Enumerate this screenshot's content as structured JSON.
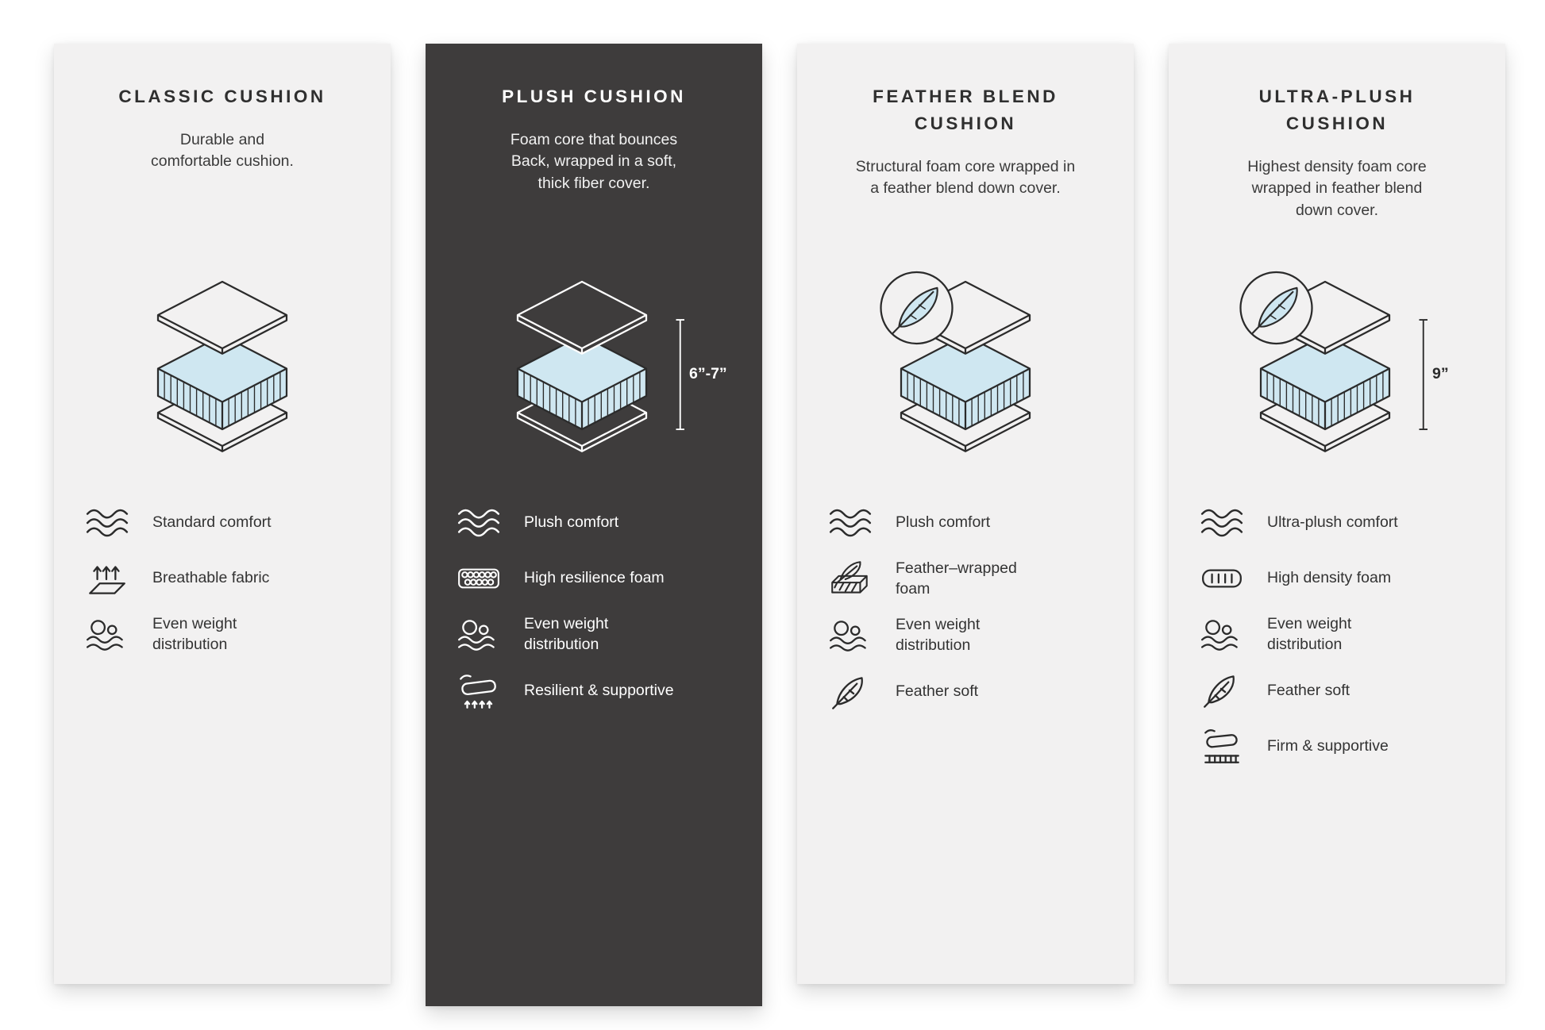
{
  "colors": {
    "page_bg": "#ffffff",
    "card_bg_light": "#f2f1f1",
    "card_bg_dark": "#3e3c3c",
    "accent_blue": "#cfe7f1",
    "line_dark": "#2b2b2b",
    "line_light": "#ffffff"
  },
  "cards": [
    {
      "title": "CLASSIC CUSHION",
      "description": "Durable and\ncomfortable cushion.",
      "theme": "light",
      "measurement": null,
      "badge": null,
      "features": [
        {
          "icon": "wave-icon",
          "label": "Standard comfort"
        },
        {
          "icon": "breathable-icon",
          "label": "Breathable fabric"
        },
        {
          "icon": "weight-icon",
          "label": "Even weight distribution"
        }
      ]
    },
    {
      "title": "PLUSH CUSHION",
      "description": "Foam core that bounces\nBack, wrapped in a soft,\nthick fiber cover.",
      "theme": "dark",
      "measurement": "6”-7”",
      "badge": null,
      "features": [
        {
          "icon": "wave-icon",
          "label": "Plush comfort"
        },
        {
          "icon": "foam-cells-icon",
          "label": "High resilience foam"
        },
        {
          "icon": "weight-icon",
          "label": "Even weight distribution"
        },
        {
          "icon": "supportive-icon",
          "label": "Resilient & supportive"
        }
      ]
    },
    {
      "title": "FEATHER BLEND\nCUSHION",
      "description": "Structural foam core wrapped in\na feather blend down cover.",
      "theme": "light",
      "measurement": null,
      "badge": "feather",
      "features": [
        {
          "icon": "wave-icon",
          "label": "Plush comfort"
        },
        {
          "icon": "feather-foam-icon",
          "label": "Feather–wrapped foam"
        },
        {
          "icon": "weight-icon",
          "label": "Even weight distribution"
        },
        {
          "icon": "feather-icon",
          "label": "Feather soft"
        }
      ]
    },
    {
      "title": "ULTRA-PLUSH\nCUSHION",
      "description": "Highest density foam core\nwrapped in feather blend\ndown cover.",
      "theme": "light",
      "measurement": "9”",
      "badge": "feather",
      "features": [
        {
          "icon": "wave-icon",
          "label": "Ultra-plush comfort"
        },
        {
          "icon": "density-foam-icon",
          "label": "High density foam"
        },
        {
          "icon": "weight-icon",
          "label": "Even weight distribution"
        },
        {
          "icon": "feather-icon",
          "label": "Feather soft"
        },
        {
          "icon": "firm-icon",
          "label": "Firm & supportive"
        }
      ]
    }
  ]
}
